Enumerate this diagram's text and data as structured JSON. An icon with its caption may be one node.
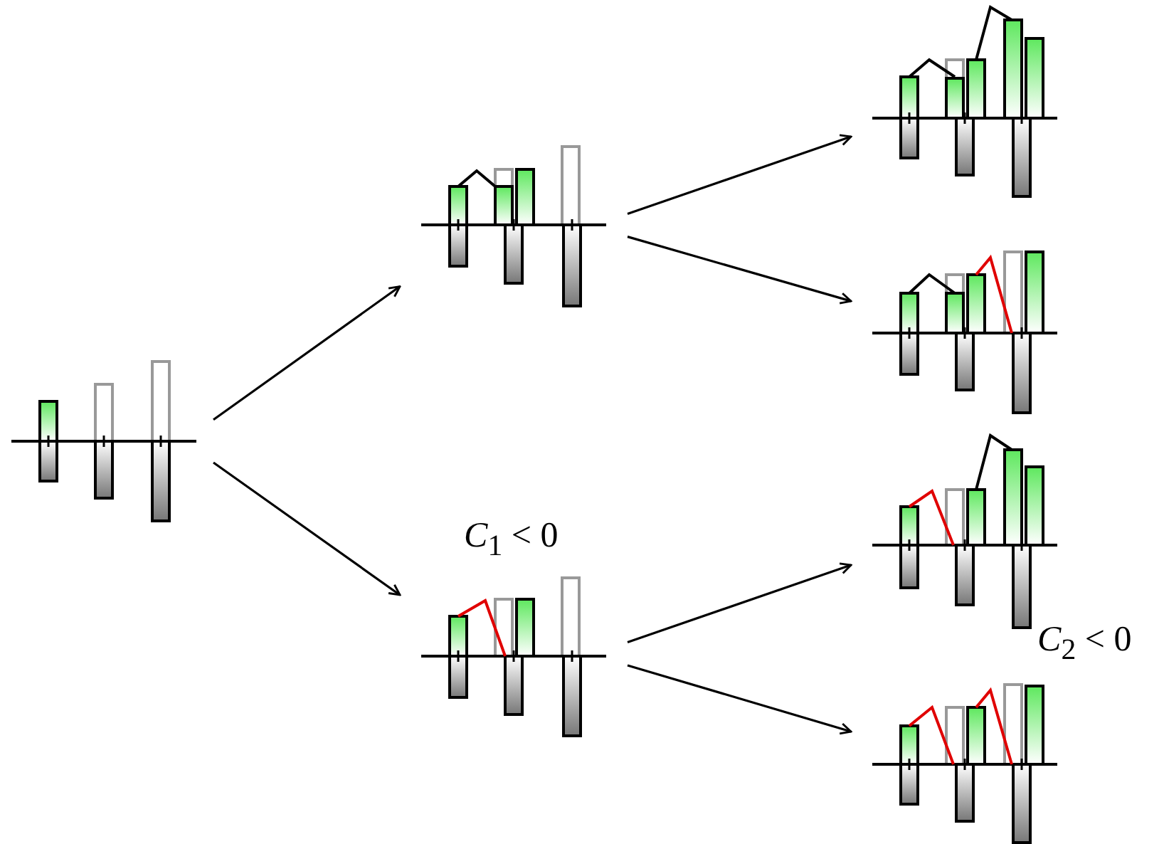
{
  "diagram": {
    "nodes": [
      {
        "text": [],
        "shape": "picture"
      },
      {
        "text": [],
        "shape": "picture"
      },
      {
        "text": [],
        "shape": "picture"
      },
      {
        "text": [],
        "shape": "picture"
      },
      {
        "text": [],
        "shape": "picture"
      },
      {
        "text": [],
        "shape": "picture"
      },
      {
        "text": [],
        "shape": "picture"
      }
    ],
    "edges": [
      {
        "from": 0,
        "to": 1,
        "arrow": "to"
      },
      {
        "from": 0,
        "to": 2,
        "arrow": "to"
      },
      {
        "from": 1,
        "to": 3,
        "arrow": "to"
      },
      {
        "from": 1,
        "to": 4,
        "arrow": "to"
      },
      {
        "from": 2,
        "to": 5,
        "arrow": "to"
      },
      {
        "from": 2,
        "to": 6,
        "arrow": "to"
      }
    ],
    "labels": [
      "*C*$_{1}$ < 0",
      "*C*$_{2}$ < 0"
    ]
  }
}
